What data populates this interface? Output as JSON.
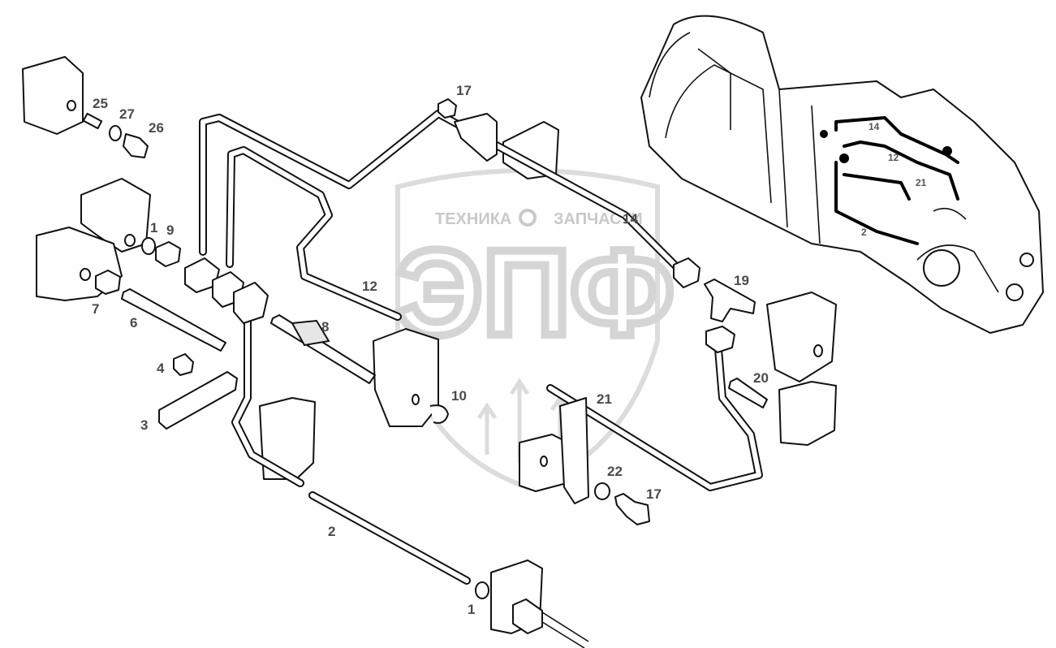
{
  "watermark": {
    "upper_text_left": "ТЕХНИКА",
    "upper_text_right": "ЗАПЧАСТИ",
    "logo_letters": "ЭПФ"
  },
  "callouts": {
    "c25": "25",
    "c27": "27",
    "c26": "26",
    "c17_top": "17",
    "c1_upper": "1",
    "c9": "9",
    "c7": "7",
    "c6": "6",
    "c4": "4",
    "c3": "3",
    "c8": "8",
    "c12": "12",
    "c14": "14",
    "c19": "19",
    "c10": "10",
    "c20": "20",
    "c21": "21",
    "c22": "22",
    "c17_bottom": "17",
    "c2": "2",
    "c1_lower": "1"
  },
  "inset_labels": {
    "i14": "14",
    "i12": "12",
    "i21": "21",
    "i2": "2"
  }
}
